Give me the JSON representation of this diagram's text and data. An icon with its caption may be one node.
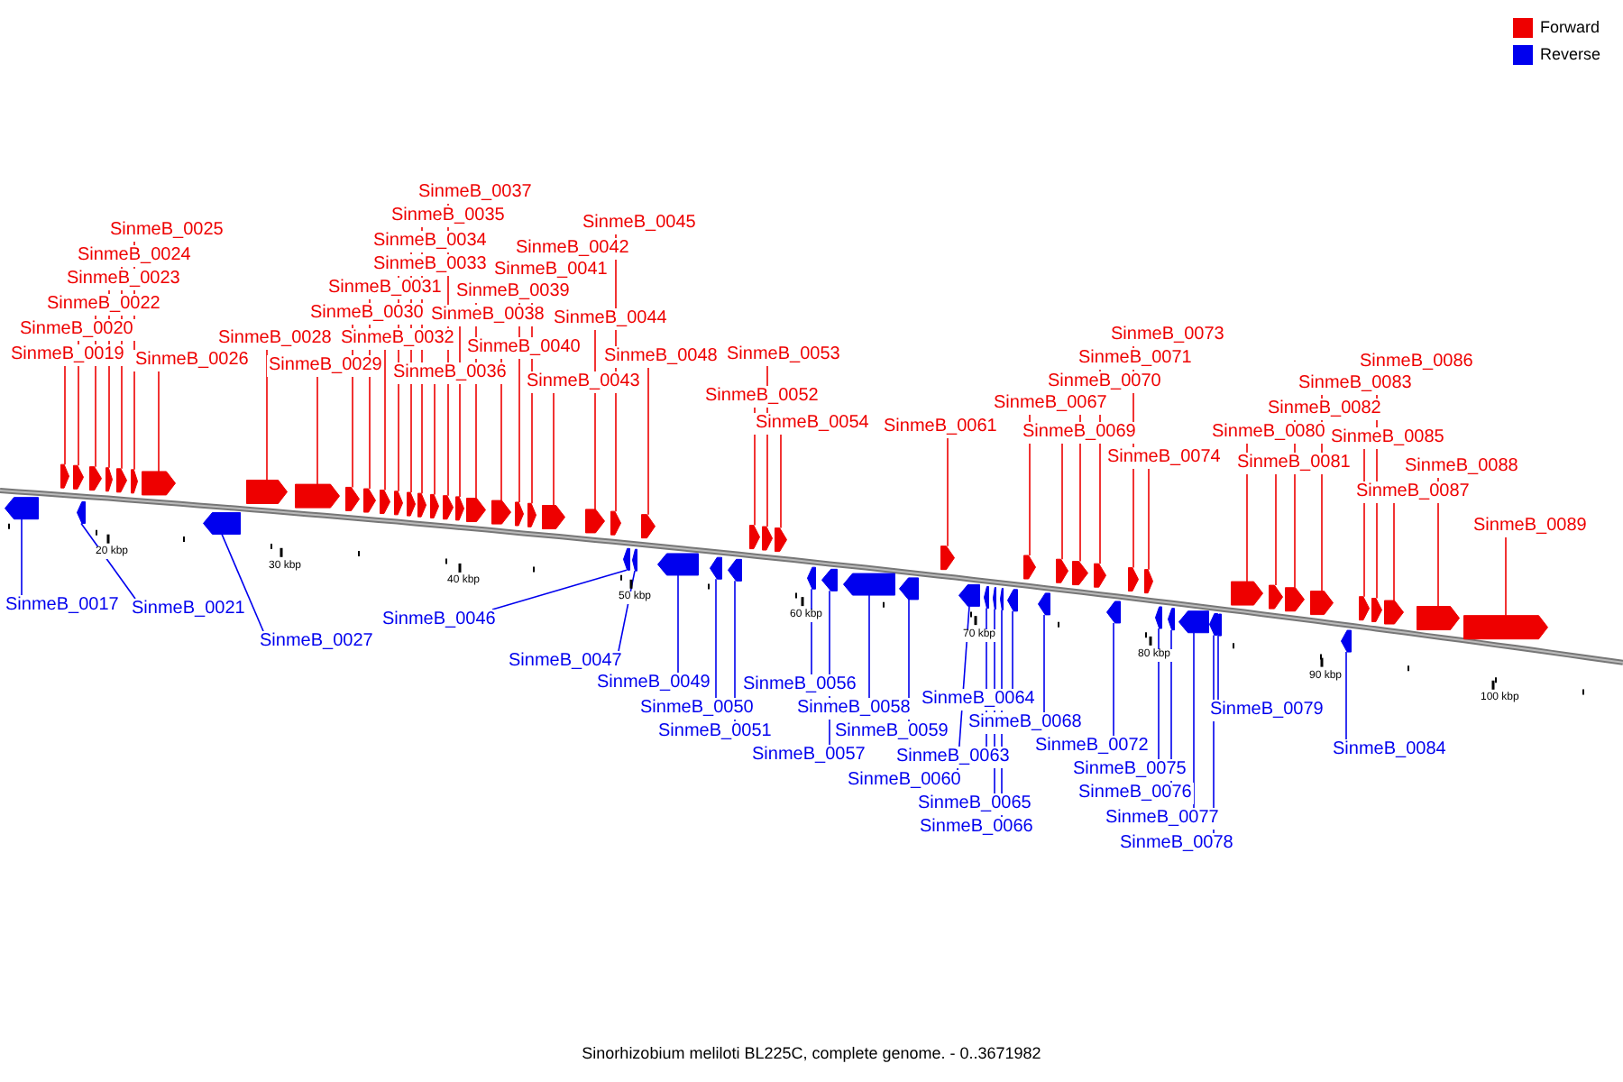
{
  "diagram": {
    "caption": "Sinorhizobium meliloti BL225C, complete genome. - 0..3671982",
    "nodes": [
      {
        "text": [
          "SinmeB_0019"
        ]
      },
      {
        "text": [
          "SinmeB_0020"
        ]
      },
      {
        "text": [
          "SinmeB_0022"
        ]
      },
      {
        "text": [
          "SinmeB_0023"
        ]
      },
      {
        "text": [
          "SinmeB_0024"
        ]
      },
      {
        "text": [
          "SinmeB_0025"
        ]
      },
      {
        "text": [
          "SinmeB_0026"
        ]
      },
      {
        "text": [
          "SinmeB_0028"
        ]
      },
      {
        "text": [
          "SinmeB_0029"
        ]
      },
      {
        "text": [
          "SinmeB_0030"
        ]
      },
      {
        "text": [
          "SinmeB_0031"
        ]
      },
      {
        "text": [
          "SinmeB_0032"
        ]
      },
      {
        "text": [
          "SinmeB_0033"
        ]
      },
      {
        "text": [
          "SinmeB_0034"
        ]
      },
      {
        "text": [
          "SinmeB_0035"
        ]
      },
      {
        "text": [
          "SinmeB_0036"
        ]
      },
      {
        "text": [
          "SinmeB_0037"
        ]
      },
      {
        "text": [
          "SinmeB_0038"
        ]
      },
      {
        "text": [
          "SinmeB_0039"
        ]
      },
      {
        "text": [
          "SinmeB_0040"
        ]
      },
      {
        "text": [
          "SinmeB_0041"
        ]
      },
      {
        "text": [
          "SinmeB_0042"
        ]
      },
      {
        "text": [
          "SinmeB_0043"
        ]
      },
      {
        "text": [
          "SinmeB_0044"
        ]
      },
      {
        "text": [
          "SinmeB_0045"
        ]
      },
      {
        "text": [
          "SinmeB_0048"
        ]
      },
      {
        "text": [
          "SinmeB_0052"
        ]
      },
      {
        "text": [
          "SinmeB_0053"
        ]
      },
      {
        "text": [
          "SinmeB_0054"
        ]
      },
      {
        "text": [
          "SinmeB_0061"
        ]
      },
      {
        "text": [
          "SinmeB_0067"
        ]
      },
      {
        "text": [
          "SinmeB_0069"
        ]
      },
      {
        "text": [
          "SinmeB_0070"
        ]
      },
      {
        "text": [
          "SinmeB_0071"
        ]
      },
      {
        "text": [
          "SinmeB_0073"
        ]
      },
      {
        "text": [
          "SinmeB_0074"
        ]
      },
      {
        "text": [
          "SinmeB_0080"
        ]
      },
      {
        "text": [
          "SinmeB_0081"
        ]
      },
      {
        "text": [
          "SinmeB_0082"
        ]
      },
      {
        "text": [
          "SinmeB_0083"
        ]
      },
      {
        "text": [
          "SinmeB_0085"
        ]
      },
      {
        "text": [
          "SinmeB_0086"
        ]
      },
      {
        "text": [
          "SinmeB_0087"
        ]
      },
      {
        "text": [
          "SinmeB_0088"
        ]
      },
      {
        "text": [
          "SinmeB_0089"
        ]
      },
      {
        "text": [
          "SinmeB_0017"
        ]
      },
      {
        "text": [
          "SinmeB_0021"
        ]
      },
      {
        "text": [
          "SinmeB_0027"
        ]
      },
      {
        "text": [
          "SinmeB_0046"
        ]
      },
      {
        "text": [
          "SinmeB_0047"
        ]
      },
      {
        "text": [
          "SinmeB_0049"
        ]
      },
      {
        "text": [
          "SinmeB_0050"
        ]
      },
      {
        "text": [
          "SinmeB_0051"
        ]
      },
      {
        "text": [
          "SinmeB_0056"
        ]
      },
      {
        "text": [
          "SinmeB_0057"
        ]
      },
      {
        "text": [
          "SinmeB_0058"
        ]
      },
      {
        "text": [
          "SinmeB_0059"
        ]
      },
      {
        "text": [
          "SinmeB_0060"
        ]
      },
      {
        "text": [
          "SinmeB_0063"
        ]
      },
      {
        "text": [
          "SinmeB_0064"
        ]
      },
      {
        "text": [
          "SinmeB_0065"
        ]
      },
      {
        "text": [
          "SinmeB_0066"
        ]
      },
      {
        "text": [
          "SinmeB_0068"
        ]
      },
      {
        "text": [
          "SinmeB_0072"
        ]
      },
      {
        "text": [
          "SinmeB_0075"
        ]
      },
      {
        "text": [
          "SinmeB_0076"
        ]
      },
      {
        "text": [
          "SinmeB_0077"
        ]
      },
      {
        "text": [
          "SinmeB_0078"
        ]
      },
      {
        "text": [
          "SinmeB_0079"
        ]
      },
      {
        "text": [
          "SinmeB_0084"
        ]
      },
      {
        "text": [],
        "shape": "pentagon"
      },
      {
        "text": [],
        "shape": "pentagon"
      },
      {
        "text": [],
        "shape": "pentagon"
      },
      {
        "text": [],
        "shape": "pentagon"
      },
      {
        "text": [],
        "shape": "pentagon"
      },
      {
        "text": [],
        "shape": "pentagon"
      },
      {
        "text": [],
        "shape": "pentagon"
      },
      {
        "text": [],
        "shape": "pentagon"
      },
      {
        "text": [],
        "shape": "pentagon"
      },
      {
        "text": [],
        "shape": "pentagon"
      },
      {
        "text": [],
        "shape": "pentagon"
      },
      {
        "text": [],
        "shape": "pentagon"
      },
      {
        "text": [],
        "shape": "pentagon"
      },
      {
        "text": [],
        "shape": "pentagon"
      },
      {
        "text": [],
        "shape": "pentagon"
      },
      {
        "text": [],
        "shape": "pentagon"
      },
      {
        "text": [],
        "shape": "pentagon"
      },
      {
        "text": [],
        "shape": "pentagon"
      },
      {
        "text": [],
        "shape": "pentagon"
      },
      {
        "text": [],
        "shape": "pentagon"
      },
      {
        "text": [],
        "shape": "pentagon"
      },
      {
        "text": [],
        "shape": "pentagon"
      },
      {
        "text": [],
        "shape": "pentagon"
      },
      {
        "text": [],
        "shape": "pentagon"
      },
      {
        "text": [],
        "shape": "pentagon"
      },
      {
        "text": [],
        "shape": "pentagon"
      },
      {
        "text": [],
        "shape": "pentagon"
      },
      {
        "text": [],
        "shape": "pentagon"
      },
      {
        "text": [],
        "shape": "pentagon"
      },
      {
        "text": [],
        "shape": "pentagon"
      },
      {
        "text": [],
        "shape": "pentagon"
      },
      {
        "text": [],
        "shape": "pentagon"
      },
      {
        "text": [],
        "shape": "pentagon"
      },
      {
        "text": [],
        "shape": "pentagon"
      },
      {
        "text": [],
        "shape": "pentagon"
      },
      {
        "text": [],
        "shape": "pentagon"
      },
      {
        "text": [],
        "shape": "pentagon"
      },
      {
        "text": [],
        "shape": "pentagon"
      },
      {
        "text": [],
        "shape": "pentagon"
      },
      {
        "text": [],
        "shape": "pentagon"
      },
      {
        "text": [],
        "shape": "pentagon"
      },
      {
        "text": [],
        "shape": "pentagon"
      },
      {
        "text": [],
        "shape": "pentagon"
      },
      {
        "text": [],
        "shape": "pentagon"
      },
      {
        "text": [],
        "shape": "pentagon"
      },
      {
        "text": [],
        "shape": "pentagon"
      },
      {
        "text": [],
        "shape": "pentagon"
      },
      {
        "text": [],
        "shape": "pentagon"
      },
      {
        "text": [],
        "shape": "pentagon"
      },
      {
        "text": [],
        "shape": "pentagon"
      },
      {
        "text": [],
        "shape": "pentagon"
      },
      {
        "text": [],
        "shape": "pentagon"
      },
      {
        "text": [],
        "shape": "pentagon"
      },
      {
        "text": [],
        "shape": "pentagon"
      },
      {
        "text": [],
        "shape": "pentagon"
      },
      {
        "text": [],
        "shape": "pentagon"
      },
      {
        "text": [],
        "shape": "pentagon"
      },
      {
        "text": [],
        "shape": "pentagon"
      },
      {
        "text": [],
        "shape": "pentagon"
      },
      {
        "text": [],
        "shape": "pentagon"
      },
      {
        "text": [],
        "shape": "pentagon"
      },
      {
        "text": [],
        "shape": "pentagon"
      },
      {
        "text": [],
        "shape": "pentagon"
      },
      {
        "text": [],
        "shape": "pentagon"
      },
      {
        "text": [],
        "shape": "pentagon"
      },
      {
        "text": [],
        "shape": "pentagon"
      },
      {
        "text": [],
        "shape": "pentagon"
      },
      {
        "text": [],
        "shape": "pentagon"
      },
      {
        "text": [],
        "shape": "pentagon"
      },
      {
        "text": [],
        "shape": "pentagon"
      }
    ],
    "edges": [
      {
        "from": 0,
        "to": 70,
        "arrow": "none"
      },
      {
        "from": 1,
        "to": 71,
        "arrow": "none"
      },
      {
        "from": 2,
        "to": 72,
        "arrow": "none"
      },
      {
        "from": 3,
        "to": 73,
        "arrow": "none"
      },
      {
        "from": 4,
        "to": 74,
        "arrow": "none"
      },
      {
        "from": 5,
        "to": 75,
        "arrow": "none"
      },
      {
        "from": 6,
        "to": 76,
        "arrow": "none"
      },
      {
        "from": 7,
        "to": 77,
        "arrow": "none"
      },
      {
        "from": 8,
        "to": 78,
        "arrow": "none"
      },
      {
        "from": 9,
        "to": 79,
        "arrow": "none"
      },
      {
        "from": 10,
        "to": 80,
        "arrow": "none"
      },
      {
        "from": 11,
        "to": 81,
        "arrow": "none"
      },
      {
        "from": 12,
        "to": 82,
        "arrow": "none"
      },
      {
        "from": 13,
        "to": 83,
        "arrow": "none"
      },
      {
        "from": 14,
        "to": 84,
        "arrow": "none"
      },
      {
        "from": 15,
        "to": 85,
        "arrow": "none"
      },
      {
        "from": 16,
        "to": 86,
        "arrow": "none"
      },
      {
        "from": 17,
        "to": 87,
        "arrow": "none"
      },
      {
        "from": 18,
        "to": 88,
        "arrow": "none"
      },
      {
        "from": 19,
        "to": 89,
        "arrow": "none"
      },
      {
        "from": 20,
        "to": 90,
        "arrow": "none"
      },
      {
        "from": 21,
        "to": 91,
        "arrow": "none"
      },
      {
        "from": 22,
        "to": 92,
        "arrow": "none"
      },
      {
        "from": 23,
        "to": 93,
        "arrow": "none"
      },
      {
        "from": 24,
        "to": 94,
        "arrow": "none"
      },
      {
        "from": 25,
        "to": 95,
        "arrow": "none"
      },
      {
        "from": 26,
        "to": 96,
        "arrow": "none"
      },
      {
        "from": 27,
        "to": 97,
        "arrow": "none"
      },
      {
        "from": 28,
        "to": 98,
        "arrow": "none"
      },
      {
        "from": 29,
        "to": 99,
        "arrow": "none"
      },
      {
        "from": 30,
        "to": 100,
        "arrow": "none"
      },
      {
        "from": 31,
        "to": 101,
        "arrow": "none"
      },
      {
        "from": 32,
        "to": 102,
        "arrow": "none"
      },
      {
        "from": 33,
        "to": 103,
        "arrow": "none"
      },
      {
        "from": 34,
        "to": 104,
        "arrow": "none"
      },
      {
        "from": 35,
        "to": 105,
        "arrow": "none"
      },
      {
        "from": 36,
        "to": 106,
        "arrow": "none"
      },
      {
        "from": 37,
        "to": 107,
        "arrow": "none"
      },
      {
        "from": 38,
        "to": 108,
        "arrow": "none"
      },
      {
        "from": 39,
        "to": 109,
        "arrow": "none"
      },
      {
        "from": 40,
        "to": 110,
        "arrow": "none"
      },
      {
        "from": 41,
        "to": 111,
        "arrow": "none"
      },
      {
        "from": 42,
        "to": 112,
        "arrow": "none"
      },
      {
        "from": 43,
        "to": 113,
        "arrow": "none"
      },
      {
        "from": 44,
        "to": 114,
        "arrow": "none"
      },
      {
        "from": 45,
        "to": 115,
        "arrow": "none",
        "color": "#0000ee"
      },
      {
        "from": 46,
        "to": 116,
        "arrow": "none",
        "color": "#0000ee"
      },
      {
        "from": 47,
        "to": 117,
        "arrow": "none",
        "color": "#0000ee"
      },
      {
        "from": 48,
        "to": 118,
        "arrow": "none",
        "color": "#0000ee"
      },
      {
        "from": 49,
        "to": 119,
        "arrow": "none",
        "color": "#0000ee"
      },
      {
        "from": 50,
        "to": 120,
        "arrow": "none",
        "color": "#0000ee"
      },
      {
        "from": 51,
        "to": 121,
        "arrow": "none",
        "color": "#0000ee"
      },
      {
        "from": 52,
        "to": 122,
        "arrow": "none",
        "color": "#0000ee"
      },
      {
        "from": 53,
        "to": 123,
        "arrow": "none",
        "color": "#0000ee"
      },
      {
        "from": 54,
        "to": 124,
        "arrow": "none",
        "color": "#0000ee"
      },
      {
        "from": 55,
        "to": 125,
        "arrow": "none",
        "color": "#0000ee"
      },
      {
        "from": 56,
        "to": 126,
        "arrow": "none",
        "color": "#0000ee"
      },
      {
        "from": 57,
        "to": 127,
        "arrow": "none",
        "color": "#0000ee"
      },
      {
        "from": 58,
        "to": 128,
        "arrow": "none",
        "color": "#0000ee"
      },
      {
        "from": 59,
        "to": 129,
        "arrow": "none",
        "color": "#0000ee"
      },
      {
        "from": 60,
        "to": 130,
        "arrow": "none",
        "color": "#0000ee"
      },
      {
        "from": 61,
        "to": 131,
        "arrow": "none",
        "color": "#0000ee"
      },
      {
        "from": 62,
        "to": 132,
        "arrow": "none",
        "color": "#0000ee"
      },
      {
        "from": 63,
        "to": 133,
        "arrow": "none",
        "color": "#0000ee"
      },
      {
        "from": 64,
        "to": 134,
        "arrow": "none",
        "color": "#0000ee"
      },
      {
        "from": 65,
        "to": 135,
        "arrow": "none",
        "color": "#0000ee"
      },
      {
        "from": 66,
        "to": 136,
        "arrow": "none",
        "color": "#0000ee"
      },
      {
        "from": 67,
        "to": 137,
        "arrow": "none",
        "color": "#0000ee"
      },
      {
        "from": 68,
        "to": 138,
        "arrow": "none",
        "color": "#0000ee"
      },
      {
        "from": 69,
        "to": 139,
        "arrow": "none",
        "color": "#0000ee"
      }
    ],
    "labels": [
      "20 kbp",
      "30 kbp",
      "40 kbp",
      "50 kbp",
      "60 kbp",
      "70 kbp",
      "80 kbp",
      "90 kbp",
      "100 kbp"
    ],
    "legend": [
      {
        "text": "Forward",
        "color": "#ee0000"
      },
      {
        "text": "Reverse",
        "color": "#0000ee"
      }
    ]
  }
}
